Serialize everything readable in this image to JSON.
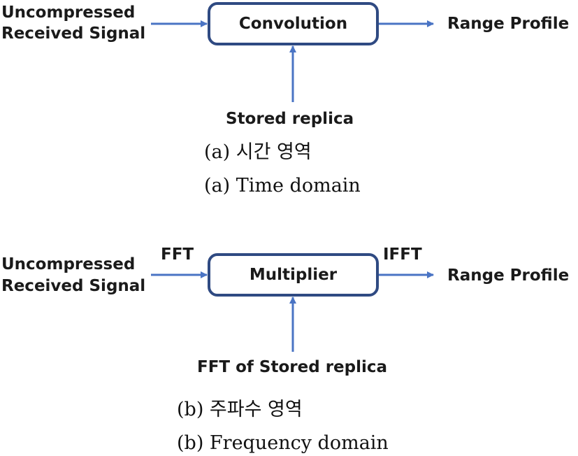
{
  "panel_a": {
    "input_line1": "Uncompressed",
    "input_line2": "Received Signal",
    "block": "Convolution",
    "output": "Range Profile",
    "reference": "Stored replica",
    "caption_kr": "(a) 시간 영역",
    "caption_en": "(a) Time domain"
  },
  "panel_b": {
    "input_line1": "Uncompressed",
    "input_line2": "Received Signal",
    "input_op": "FFT",
    "block": "Multiplier",
    "output_op": "IFFT",
    "output": "Range Profile",
    "reference": "FFT of Stored replica",
    "caption_kr": "(b) 주파수 영역",
    "caption_en": "(b) Frequency domain"
  },
  "colors": {
    "arrow": "#4a74c4",
    "box_border": "#2f4a82",
    "text": "#1a1a1a"
  }
}
